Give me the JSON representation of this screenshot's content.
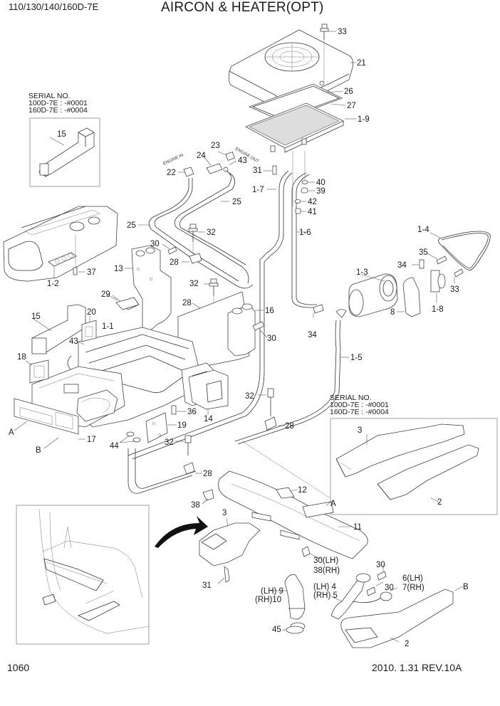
{
  "header": {
    "model": "110/130/140/160D-7E",
    "title": "AIRCON & HEATER(OPT)"
  },
  "footer": {
    "page_number": "1060",
    "revision": "2010. 1.31  REV.10A"
  },
  "serial_notes": [
    {
      "heading": "SERIAL NO.",
      "line1": "100D-7E : -#0001",
      "line2": "160D-7E : -#0004"
    },
    {
      "heading": "SERIAL NO.",
      "line1": "100D-7E : -#0001",
      "line2": "160D-7E : -#0004"
    }
  ],
  "flow_labels": {
    "engine_in": "ENGINE IN",
    "engine_out": "ENGINE OUT"
  },
  "callouts": {
    "c33a": "33",
    "c21": "21",
    "c26": "26",
    "c27": "27",
    "c1_9": "1-9",
    "c23": "23",
    "c24": "24",
    "c43a": "43",
    "c22": "22",
    "c31a": "31",
    "c40": "40",
    "c39": "39",
    "c42": "42",
    "c41": "41",
    "c1_7": "1-7",
    "c25a": "25",
    "c25b": "25",
    "c1_6": "1-6",
    "c15a": "15",
    "c37": "37",
    "c1_2": "1-2",
    "c32a": "32",
    "c30a": "30",
    "c28a": "28",
    "c13": "13",
    "c1_4": "1-4",
    "c35": "35",
    "c34a": "34",
    "c33b": "33",
    "c1_3": "1-3",
    "c1_8": "1-8",
    "c8": "8",
    "c34b": "34",
    "c29": "29",
    "c32b": "32",
    "c28b": "28",
    "c16": "16",
    "c30b": "30",
    "c15b": "15",
    "c20": "20",
    "c1_1": "1-1",
    "c43b": "43",
    "c18": "18",
    "c1_5": "1-5",
    "c32c": "32",
    "c36": "36",
    "c14": "14",
    "c19": "19",
    "cA1": "A",
    "cB1": "B",
    "c17": "17",
    "c44": "44",
    "c32d": "32",
    "c28c": "28",
    "c28d": "28",
    "c3a": "3",
    "c2a": "2",
    "c12": "12",
    "c38": "38",
    "cA2": "A",
    "c3b": "3",
    "c11": "11",
    "c30lh": "30(LH)",
    "c38rh": "38(RH)",
    "c31b": "31",
    "c30c": "30",
    "c6lh": "6(LH)",
    "c30d": "30",
    "c7rh": "7(RH)",
    "cB2": "B",
    "c9lh": "(LH) 9",
    "c10rh": "(RH)10",
    "c4lh": "(LH) 4",
    "c5rh": "(RH) 5",
    "c45": "45",
    "c2b": "2"
  },
  "icons": {
    "install_arrow": "curved-arrow-icon"
  }
}
